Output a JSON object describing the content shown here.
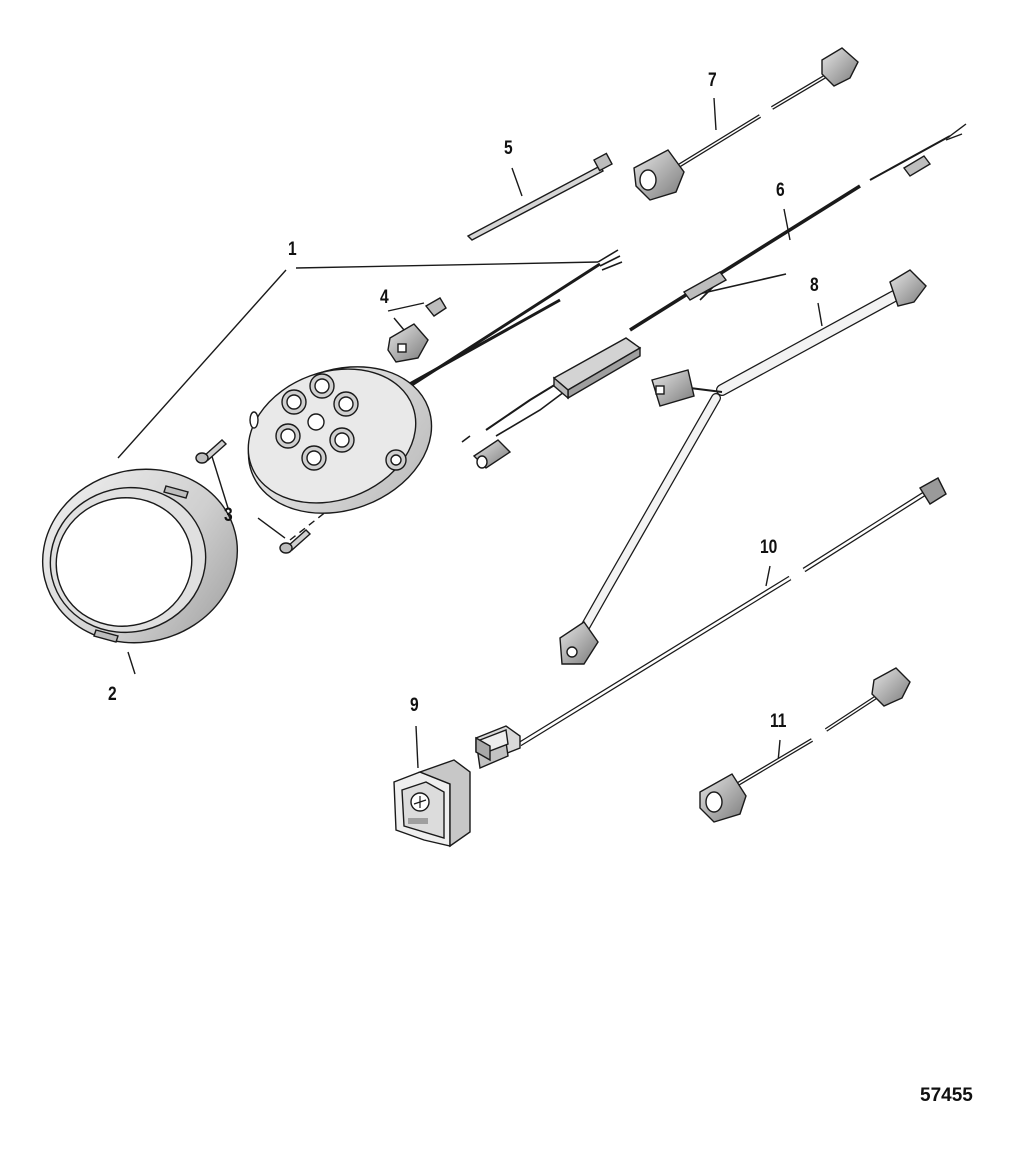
{
  "diagram": {
    "figure_number": "57455",
    "callouts": [
      {
        "id": "1",
        "label": "1"
      },
      {
        "id": "2",
        "label": "2"
      },
      {
        "id": "3",
        "label": "3"
      },
      {
        "id": "4",
        "label": "4"
      },
      {
        "id": "5",
        "label": "5"
      },
      {
        "id": "6",
        "label": "6"
      },
      {
        "id": "7",
        "label": "7"
      },
      {
        "id": "8",
        "label": "8"
      },
      {
        "id": "9",
        "label": "9"
      },
      {
        "id": "10",
        "label": "10"
      },
      {
        "id": "11",
        "label": "11"
      }
    ],
    "colors": {
      "line": "#1a1a1a",
      "part_fill": "#d9d9d9",
      "part_fill_dark": "#a8a8a8",
      "background": "#ffffff"
    }
  }
}
